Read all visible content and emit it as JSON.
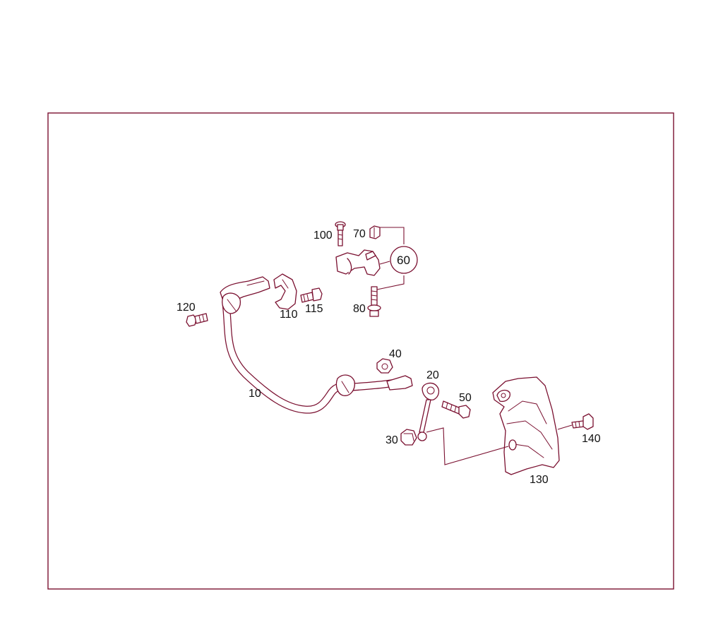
{
  "diagram": {
    "labels": {
      "p10": "10",
      "p20": "20",
      "p30": "30",
      "p40": "40",
      "p50": "50",
      "p60": "60",
      "p70": "70",
      "p80": "80",
      "p100": "100",
      "p110": "110",
      "p115": "115",
      "p120": "120",
      "p130": "130",
      "p140": "140"
    },
    "colors": {
      "line": "#7a1030",
      "text": "#111111",
      "background": "#ffffff"
    }
  }
}
